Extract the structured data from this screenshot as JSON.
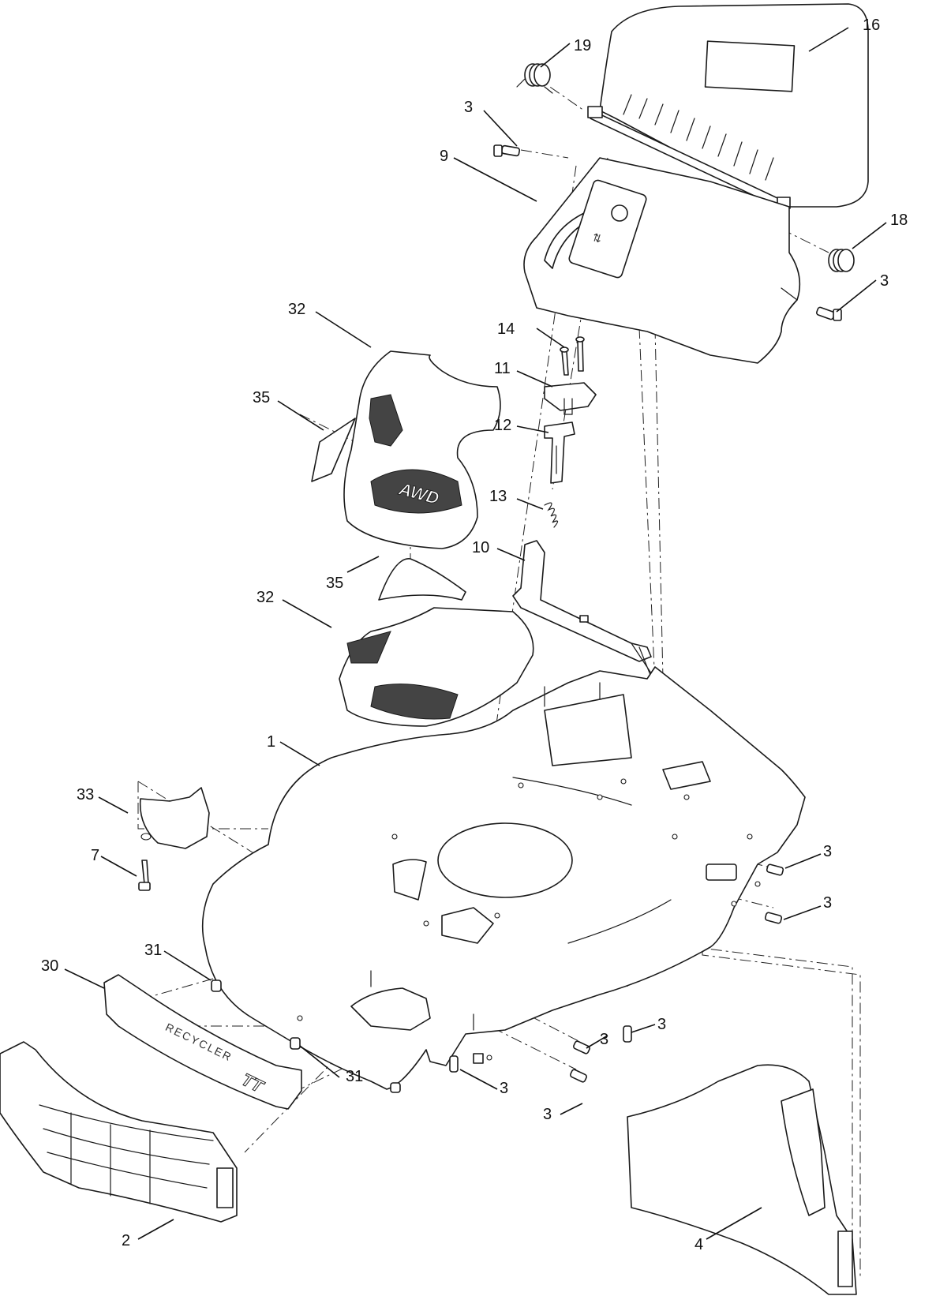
{
  "callouts": {
    "c16": "16",
    "c19": "19",
    "c3a": "3",
    "c9": "9",
    "c18": "18",
    "c3b": "3",
    "c32a": "32",
    "c14": "14",
    "c11": "11",
    "c35a": "35",
    "c12": "12",
    "c13": "13",
    "c10": "10",
    "c35b": "35",
    "c32b": "32",
    "c1": "1",
    "c33": "33",
    "c7": "7",
    "c3c": "3",
    "c3d": "3",
    "c30": "30",
    "c31a": "31",
    "c3e": "3",
    "c3f": "3",
    "c31b": "31",
    "c3g": "3",
    "c3h": "3",
    "c2": "2",
    "c4": "4"
  },
  "embossed": {
    "awd": "AWD",
    "recycler": "RECYCLER",
    "model": "TT"
  }
}
